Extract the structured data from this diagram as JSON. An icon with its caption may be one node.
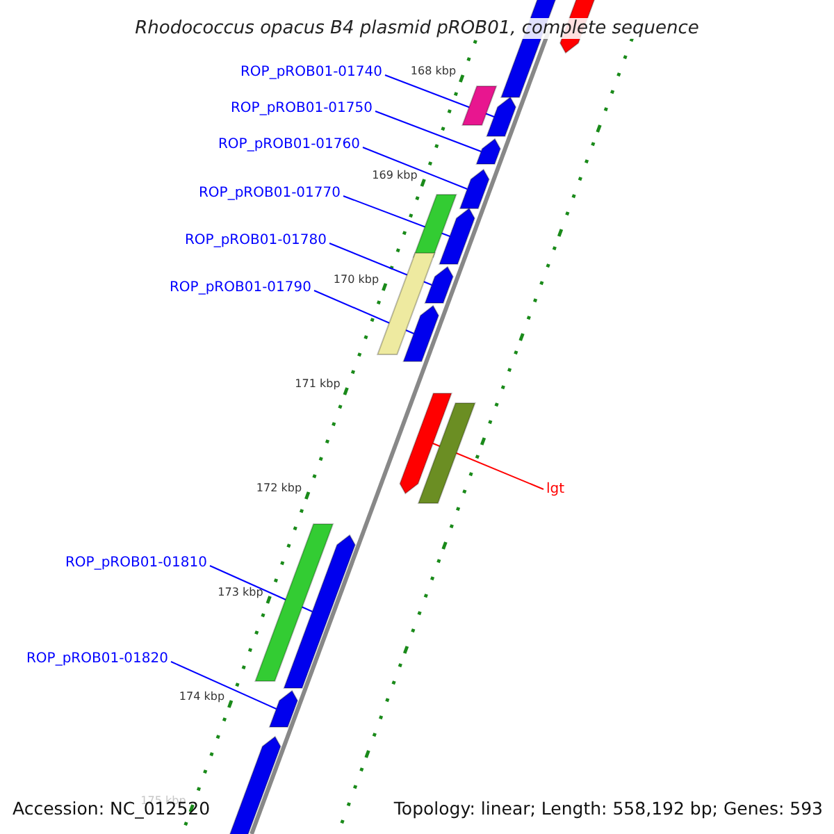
{
  "diagram": {
    "title": "Rhodococcus opacus B4 plasmid pROB01, complete sequence",
    "nodes": [
      {
        "text": [
          "ROP_pROB01-01740"
        ]
      },
      {
        "text": [
          "ROP_pROB01-01750"
        ]
      },
      {
        "text": [
          "ROP_pROB01-01760"
        ]
      },
      {
        "text": [
          "ROP_pROB01-01770"
        ]
      },
      {
        "text": [
          "ROP_pROB01-01780"
        ]
      },
      {
        "text": [
          "ROP_pROB01-01790"
        ]
      },
      {
        "text": [
          "ROP_pROB01-01810"
        ]
      },
      {
        "text": [
          "ROP_pROB01-01820"
        ]
      },
      {
        "text": [
          "lgt"
        ]
      },
      {
        "text": [],
        "shape": "arrow"
      },
      {
        "text": [],
        "shape": "arrow"
      },
      {
        "text": [],
        "shape": "bar"
      },
      {
        "text": [],
        "shape": "arrow"
      },
      {
        "text": [],
        "shape": "arrow"
      },
      {
        "text": [],
        "shape": "arrow"
      },
      {
        "text": [],
        "shape": "bar"
      },
      {
        "text": [],
        "shape": "arrow"
      },
      {
        "text": [],
        "shape": "bar"
      },
      {
        "text": [],
        "shape": "arrow"
      },
      {
        "text": [],
        "shape": "arrow"
      },
      {
        "text": [],
        "shape": "arrow"
      },
      {
        "text": [],
        "shape": "bar"
      },
      {
        "text": [],
        "shape": "bar"
      },
      {
        "text": [],
        "shape": "arrow"
      },
      {
        "text": [],
        "shape": "arrow"
      },
      {
        "text": [],
        "shape": "arrow"
      }
    ],
    "edges": [
      {
        "from": 0,
        "to": 12,
        "arrow": "none"
      },
      {
        "from": 1,
        "to": 13,
        "arrow": "none"
      },
      {
        "from": 2,
        "to": 14,
        "arrow": "none"
      },
      {
        "from": 3,
        "to": 16,
        "arrow": "none"
      },
      {
        "from": 4,
        "to": 18,
        "arrow": "none"
      },
      {
        "from": 5,
        "to": 19,
        "arrow": "none"
      },
      {
        "from": 6,
        "to": 23,
        "arrow": "none"
      },
      {
        "from": 7,
        "to": 24,
        "arrow": "none"
      },
      {
        "from": 8,
        "to": 20,
        "arrow": "none",
        "color": "#ff0000"
      }
    ],
    "labels": [
      "168 kbp",
      "169 kbp",
      "170 kbp",
      "171 kbp",
      "172 kbp",
      "173 kbp",
      "174 kbp",
      "175 kbp",
      "Accession: NC_012520",
      "Topology: linear; Length: 558,192 bp; Genes: 593"
    ]
  }
}
